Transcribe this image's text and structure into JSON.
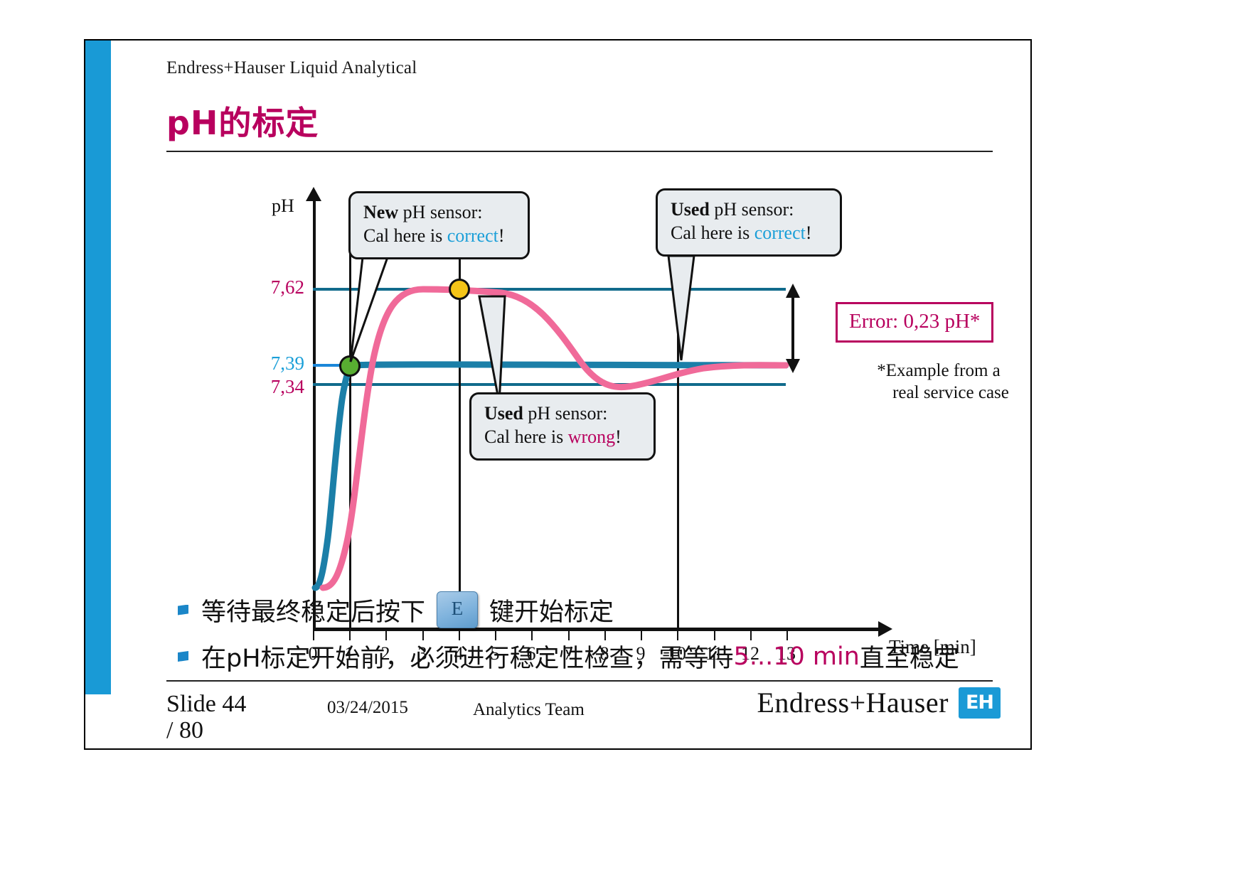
{
  "slide": {
    "kicker": "Endress+Hauser Liquid Analytical",
    "title": "pH的标定"
  },
  "chart_data": {
    "type": "line",
    "title": "",
    "xlabel": "Time [min]",
    "ylabel": "pH",
    "xlim": [
      0,
      13
    ],
    "ylim": [
      7.0,
      7.9
    ],
    "xticks": [
      "0",
      "1",
      "2",
      "3",
      "4",
      "5",
      "6",
      "7",
      "8",
      "9",
      "10",
      "11",
      "12",
      "13"
    ],
    "grid": false,
    "legend": "none",
    "reference_lines": [
      {
        "label": "7,62",
        "value": 7.62,
        "color": "#b8005e",
        "line_color": "#116b8c"
      },
      {
        "label": "7,39",
        "value": 7.39,
        "color": "#1b9fd8",
        "line_color": "#1b86d8"
      },
      {
        "label": "7,34",
        "value": 7.34,
        "color": "#b8005e",
        "line_color": "#116b8c"
      }
    ],
    "series": [
      {
        "name": "New pH sensor",
        "color": "#1b7fa8",
        "x": [
          0,
          0.25,
          0.5,
          0.7,
          0.85,
          1,
          1.3,
          2,
          4,
          7,
          10,
          13
        ],
        "values": [
          7.05,
          7.08,
          7.16,
          7.3,
          7.36,
          7.39,
          7.39,
          7.39,
          7.39,
          7.39,
          7.39,
          7.39
        ]
      },
      {
        "name": "Used pH sensor",
        "color": "#f06a99",
        "x": [
          0,
          0.4,
          0.8,
          1.1,
          1.4,
          1.8,
          2.3,
          3,
          4,
          5,
          6,
          7,
          8,
          9,
          10,
          11,
          12,
          13
        ],
        "values": [
          7.05,
          7.07,
          7.12,
          7.26,
          7.45,
          7.58,
          7.62,
          7.63,
          7.62,
          7.6,
          7.49,
          7.39,
          7.34,
          7.35,
          7.38,
          7.39,
          7.39,
          7.39
        ]
      }
    ],
    "markers": [
      {
        "name": "new-sensor-cal-point",
        "x": 1,
        "y": 7.39,
        "color": "#4caf2a"
      },
      {
        "name": "used-sensor-wrong-cal-point",
        "x": 4,
        "y": 7.62,
        "color": "#f5c518"
      }
    ],
    "vertical_markers": [
      1,
      4,
      10
    ],
    "error_annotation": {
      "label": "Error: 0,23 pH*",
      "from": 7.39,
      "to": 7.62
    },
    "footnote_line1": "*Example from a",
    "footnote_line2": "real service case"
  },
  "callouts": {
    "new_sensor": {
      "line1_bold": "New",
      "line1_rest": " pH sensor:",
      "line2_pre": "Cal here is ",
      "line2_em": "correct",
      "line2_post": "!"
    },
    "used_sensor_correct": {
      "line1_bold": "Used",
      "line1_rest": " pH sensor:",
      "line2_pre": "Cal here is ",
      "line2_em": "correct",
      "line2_post": "!"
    },
    "used_sensor_wrong": {
      "line1_bold": "Used",
      "line1_rest": " pH sensor:",
      "line2_pre": "Cal here is ",
      "line2_em": "wrong",
      "line2_post": "!"
    }
  },
  "bullets": {
    "item1_pre": "等待最终稳定后按下",
    "item1_key": "E",
    "item1_post": "键开始标定",
    "item2_pre": "在pH标定开始前，必须进行稳定性检查，需等待",
    "item2_em": "5...10 min",
    "item2_post": "直至稳定"
  },
  "footer": {
    "slide_number_line1": "Slide 44",
    "slide_number_line2": "/ 80",
    "date": "03/24/2015",
    "team": "Analytics Team",
    "company": "Endress+Hauser",
    "logo_mark": "EH"
  }
}
